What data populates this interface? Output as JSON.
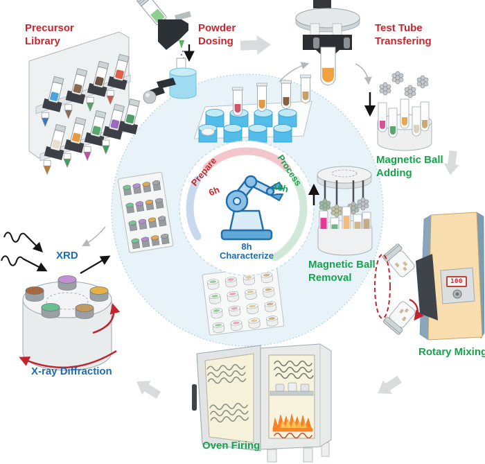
{
  "figure": {
    "stations": {
      "precursor_library": {
        "line1": "Precursor",
        "line2": "Library",
        "label_color": "#c9252d"
      },
      "powder_dosing": {
        "line1": "Powder",
        "line2": "Dosing",
        "label_color": "#c9252d"
      },
      "test_tube_transfering": {
        "line1": "Test Tube",
        "line2": "Transfering",
        "label_color": "#c9252d"
      },
      "magnetic_ball_adding": {
        "line1": "Magnetic Ball",
        "line2": "Adding",
        "label_color": "#17a24b"
      },
      "magnetic_ball_removal": {
        "line1": "Magnetic Ball",
        "line2": "Removal",
        "label_color": "#17a24b"
      },
      "rotary_mixing": {
        "label": "Rotary Mixing",
        "label_color": "#17a24b",
        "display_value": "100"
      },
      "oven_firing": {
        "label": "Oven Firing",
        "label_color": "#17a24b"
      },
      "x_ray_diffraction": {
        "short_label": "XRD",
        "full_label": "X-ray Diffraction",
        "label_color": "#1e6cb0"
      }
    },
    "cycle": {
      "prepare": {
        "label": "Prepare",
        "duration": "6h",
        "color": "#c9252d"
      },
      "process": {
        "label": "Process",
        "duration": "16h",
        "color": "#17a24b"
      },
      "characterize": {
        "label": "Characterize",
        "duration": "8h",
        "color": "#1e6cb0"
      }
    }
  },
  "colors": {
    "red_label": "#c9252d",
    "green_label": "#17a24b",
    "blue_label": "#1e6cb0",
    "cycle_arc_pink": "#f2c6ca",
    "cycle_arc_blue": "#c8d9ee",
    "cycle_arc_green": "#cfe8d8",
    "big_circle_fill": "#e7f3f8",
    "robot_blue": "#1b6fad",
    "flow_arrow_gray": "#d9dbdc",
    "rotation_arrow_red": "#c2242e",
    "machine_tan": "#f8ddae",
    "machine_edge_blue": "#8aa6bc",
    "flame_orange": "#ff8226",
    "display_value_red": "#e01f1f"
  },
  "palettes": {
    "library_row1_tubes": [
      "#4da4dd",
      "#8a6a50",
      "#6f5342",
      "#e06048"
    ],
    "library_row1_tips": [
      "#3f76c0",
      "#8a6a50",
      "#5aa06b",
      "#d05848"
    ],
    "library_row2_tubes": [
      "#e6dfd2",
      "#e89a42",
      "#58a86e",
      "#9a6cc0",
      "#4f9e67"
    ],
    "library_row2_tips": [
      "#c07a30",
      "#45a060",
      "#c050a0",
      "#3f9e5f"
    ],
    "tray_vials": [
      "#d05868",
      "#e09a40",
      "#8a5f40",
      "#caa06a"
    ],
    "plate_columns": [
      "#79c493",
      "#b48fcf",
      "#e0aa4e",
      "#a2a6a8"
    ],
    "crucible_columns": [
      "#9ccf9e",
      "#eaa8bc",
      "#decb9e",
      "#cdb48e"
    ],
    "adding_tubes": [
      "#d64f9a",
      "#57a86f",
      "#e8a84f",
      "#ded2ba",
      "#c9a97a"
    ],
    "removal_tubes": [
      "#e83898",
      "#6ab87f",
      "#f0bc80",
      "#d0b894",
      "#c4ac88"
    ],
    "xrd_pucks": [
      "#a5683f",
      "#6cc08f",
      "#c490d4",
      "#e6b048",
      "#c29a62"
    ],
    "magnetic_ball": "#c6cacc"
  }
}
